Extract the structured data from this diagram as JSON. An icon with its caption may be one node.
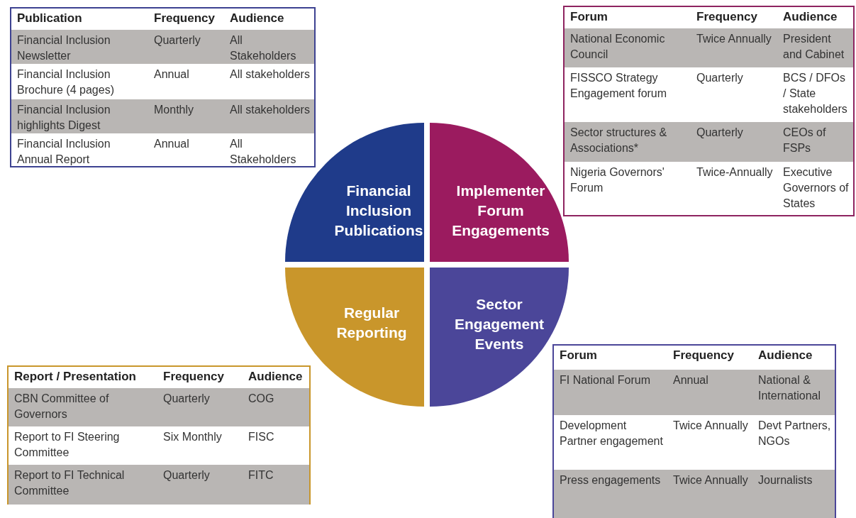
{
  "diagram": {
    "nodes": [
      {
        "text": [
          "Financial Inclusion Publications"
        ]
      },
      {
        "text": [
          "Implementer Forum Engagements"
        ]
      },
      {
        "text": [
          "Regular Reporting"
        ]
      },
      {
        "text": [
          "Sector Engagement Events"
        ]
      }
    ],
    "edges": [],
    "labels": [
      "Publication",
      "Frequency",
      "Audience",
      "Financial Inclusion Newsletter",
      "Quarterly",
      "All Stakeholders",
      "Financial Inclusion Brochure (4 pages)",
      "Annual",
      "All stakeholders",
      "Financial Inclusion highlights Digest",
      "Monthly",
      "All stakeholders",
      "Financial Inclusion Annual Report",
      "Annual",
      "All Stakeholders",
      "Forum",
      "Frequency",
      "Audience",
      "National Economic Council",
      "Twice Annually",
      "President and Cabinet",
      "FISSCO Strategy Engagement forum",
      "Quarterly",
      "BCS / DFOs / State stakeholders",
      "Sector structures & Associations*",
      "Quarterly",
      "CEOs of FSPs",
      "Nigeria Governors' Forum",
      "Twice-Annually",
      "Executive Governors of States",
      "Report / Presentation",
      "Frequency",
      "Audience",
      "CBN Committee of Governors",
      "Quarterly",
      "COG",
      "Report to FI Steering Committee",
      "Six Monthly",
      "FISC",
      "Report to FI Technical Committee",
      "Quarterly",
      "FITC",
      "Forum",
      "Frequency",
      "Audience",
      "FI National Forum",
      "Annual",
      "National & International",
      "Development Partner engagement",
      "Twice Annually",
      "Devt Partners, NGOs",
      "Press engagements",
      "Twice Annually",
      "Journalists"
    ]
  }
}
